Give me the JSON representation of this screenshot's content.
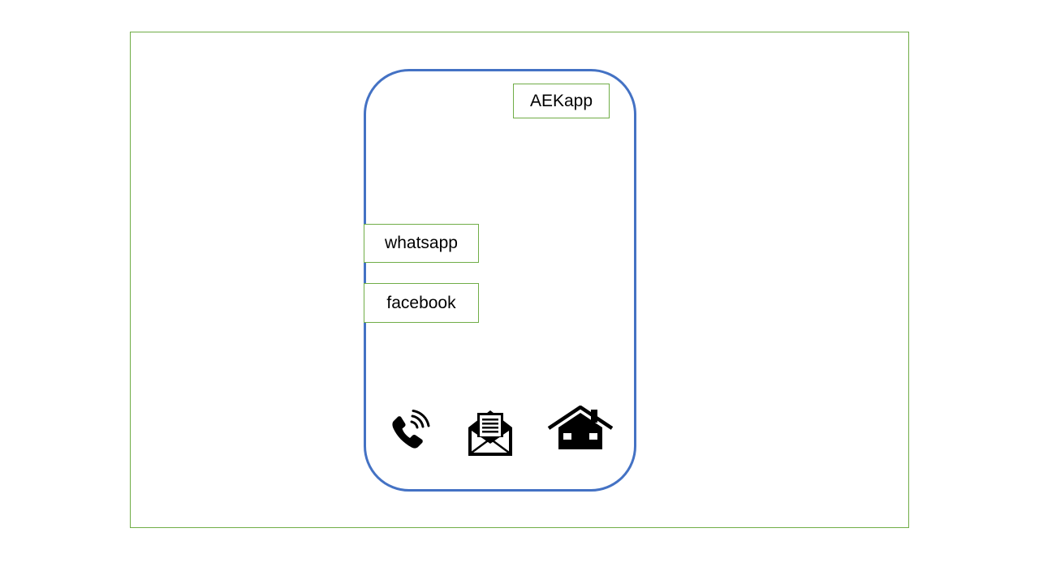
{
  "app": {
    "title": "AEKapp"
  },
  "menu": {
    "items": [
      {
        "label": "whatsapp"
      },
      {
        "label": "facebook"
      }
    ]
  },
  "dock": {
    "icons": [
      "phone-icon",
      "mail-icon",
      "home-icon"
    ]
  },
  "colors": {
    "frame_border": "#70ad47",
    "phone_outline": "#4472c4",
    "icon_fill": "#000000"
  }
}
